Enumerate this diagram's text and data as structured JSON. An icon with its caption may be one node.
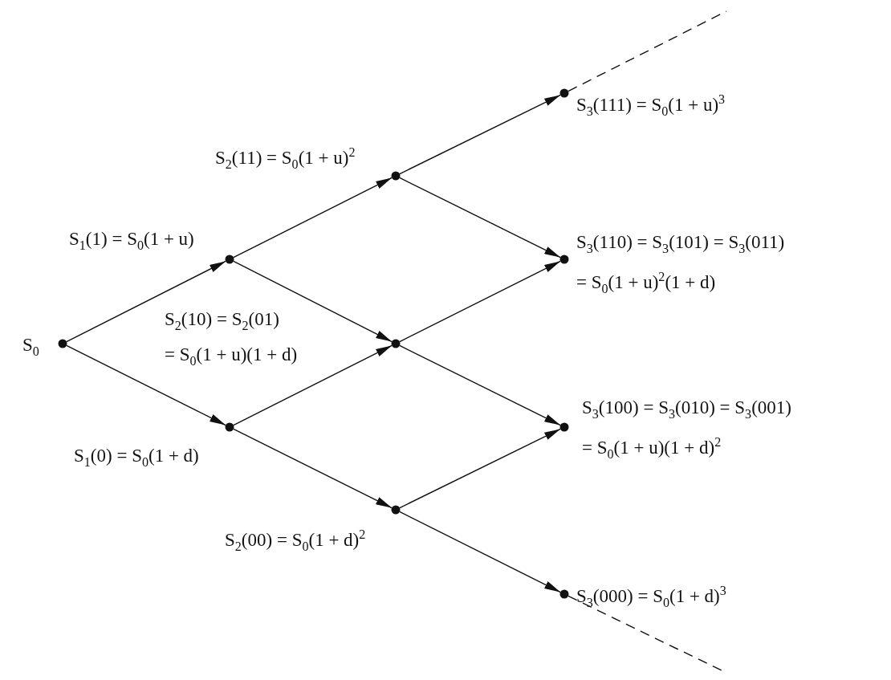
{
  "diagram": {
    "nodes": [
      {
        "text": [],
        "shape": "circle",
        "beside": [
          "S$_{0}$"
        ]
      },
      {
        "text": [],
        "shape": "circle",
        "beside": [
          "S$_{1}$(1) = S$_{0}$(1 + u)"
        ]
      },
      {
        "text": [],
        "shape": "circle",
        "beside": [
          "S$_{1}$(0) = S$_{0}$(1 + d)"
        ]
      },
      {
        "text": [],
        "shape": "circle",
        "beside": [
          "S$_{2}$(11) = S$_{0}$(1 + u)$^{2}$"
        ]
      },
      {
        "text": [],
        "shape": "circle",
        "beside": [
          "S$_{2}$(10) = S$_{2}$(01)",
          "= S$_{0}$(1 + u)(1 + d)"
        ]
      },
      {
        "text": [],
        "shape": "circle",
        "beside": [
          "S$_{2}$(00) = S$_{0}$(1 + d)$^{2}$"
        ]
      },
      {
        "text": [],
        "shape": "circle",
        "beside": [
          "S$_{3}$(111) = S$_{0}$(1 + u)$^{3}$"
        ]
      },
      {
        "text": [],
        "shape": "circle",
        "beside": [
          "S$_{3}$(110) = S$_{3}$(101) = S$_{3}$(011)",
          "= S$_{0}$(1 + u)$^{2}$(1 + d)"
        ]
      },
      {
        "text": [],
        "shape": "circle",
        "beside": [
          "S$_{3}$(100) = S$_{3}$(010) = S$_{3}$(001)",
          "= S$_{0}$(1 + u)(1 + d)$^{2}$"
        ]
      },
      {
        "text": [],
        "shape": "circle",
        "beside": [
          "S$_{3}$(000) = S$_{0}$(1 + d)$^{3}$"
        ]
      }
    ],
    "edges": [
      {
        "from": 0,
        "to": 1,
        "arrow": "to"
      },
      {
        "from": 0,
        "to": 2,
        "arrow": "to"
      },
      {
        "from": 1,
        "to": 3,
        "arrow": "to"
      },
      {
        "from": 1,
        "to": 4,
        "arrow": "to"
      },
      {
        "from": 2,
        "to": 4,
        "arrow": "to"
      },
      {
        "from": 2,
        "to": 5,
        "arrow": "to"
      },
      {
        "from": 3,
        "to": 6,
        "arrow": "to"
      },
      {
        "from": 3,
        "to": 7,
        "arrow": "to"
      },
      {
        "from": 4,
        "to": 7,
        "arrow": "to"
      },
      {
        "from": 4,
        "to": 8,
        "arrow": "to"
      },
      {
        "from": 5,
        "to": 8,
        "arrow": "to"
      },
      {
        "from": 5,
        "to": 9,
        "arrow": "to"
      },
      {
        "from": 6,
        "to": null,
        "arrow": "none",
        "style": "dashed"
      },
      {
        "from": 9,
        "to": null,
        "arrow": "none",
        "style": "dashed"
      }
    ]
  }
}
